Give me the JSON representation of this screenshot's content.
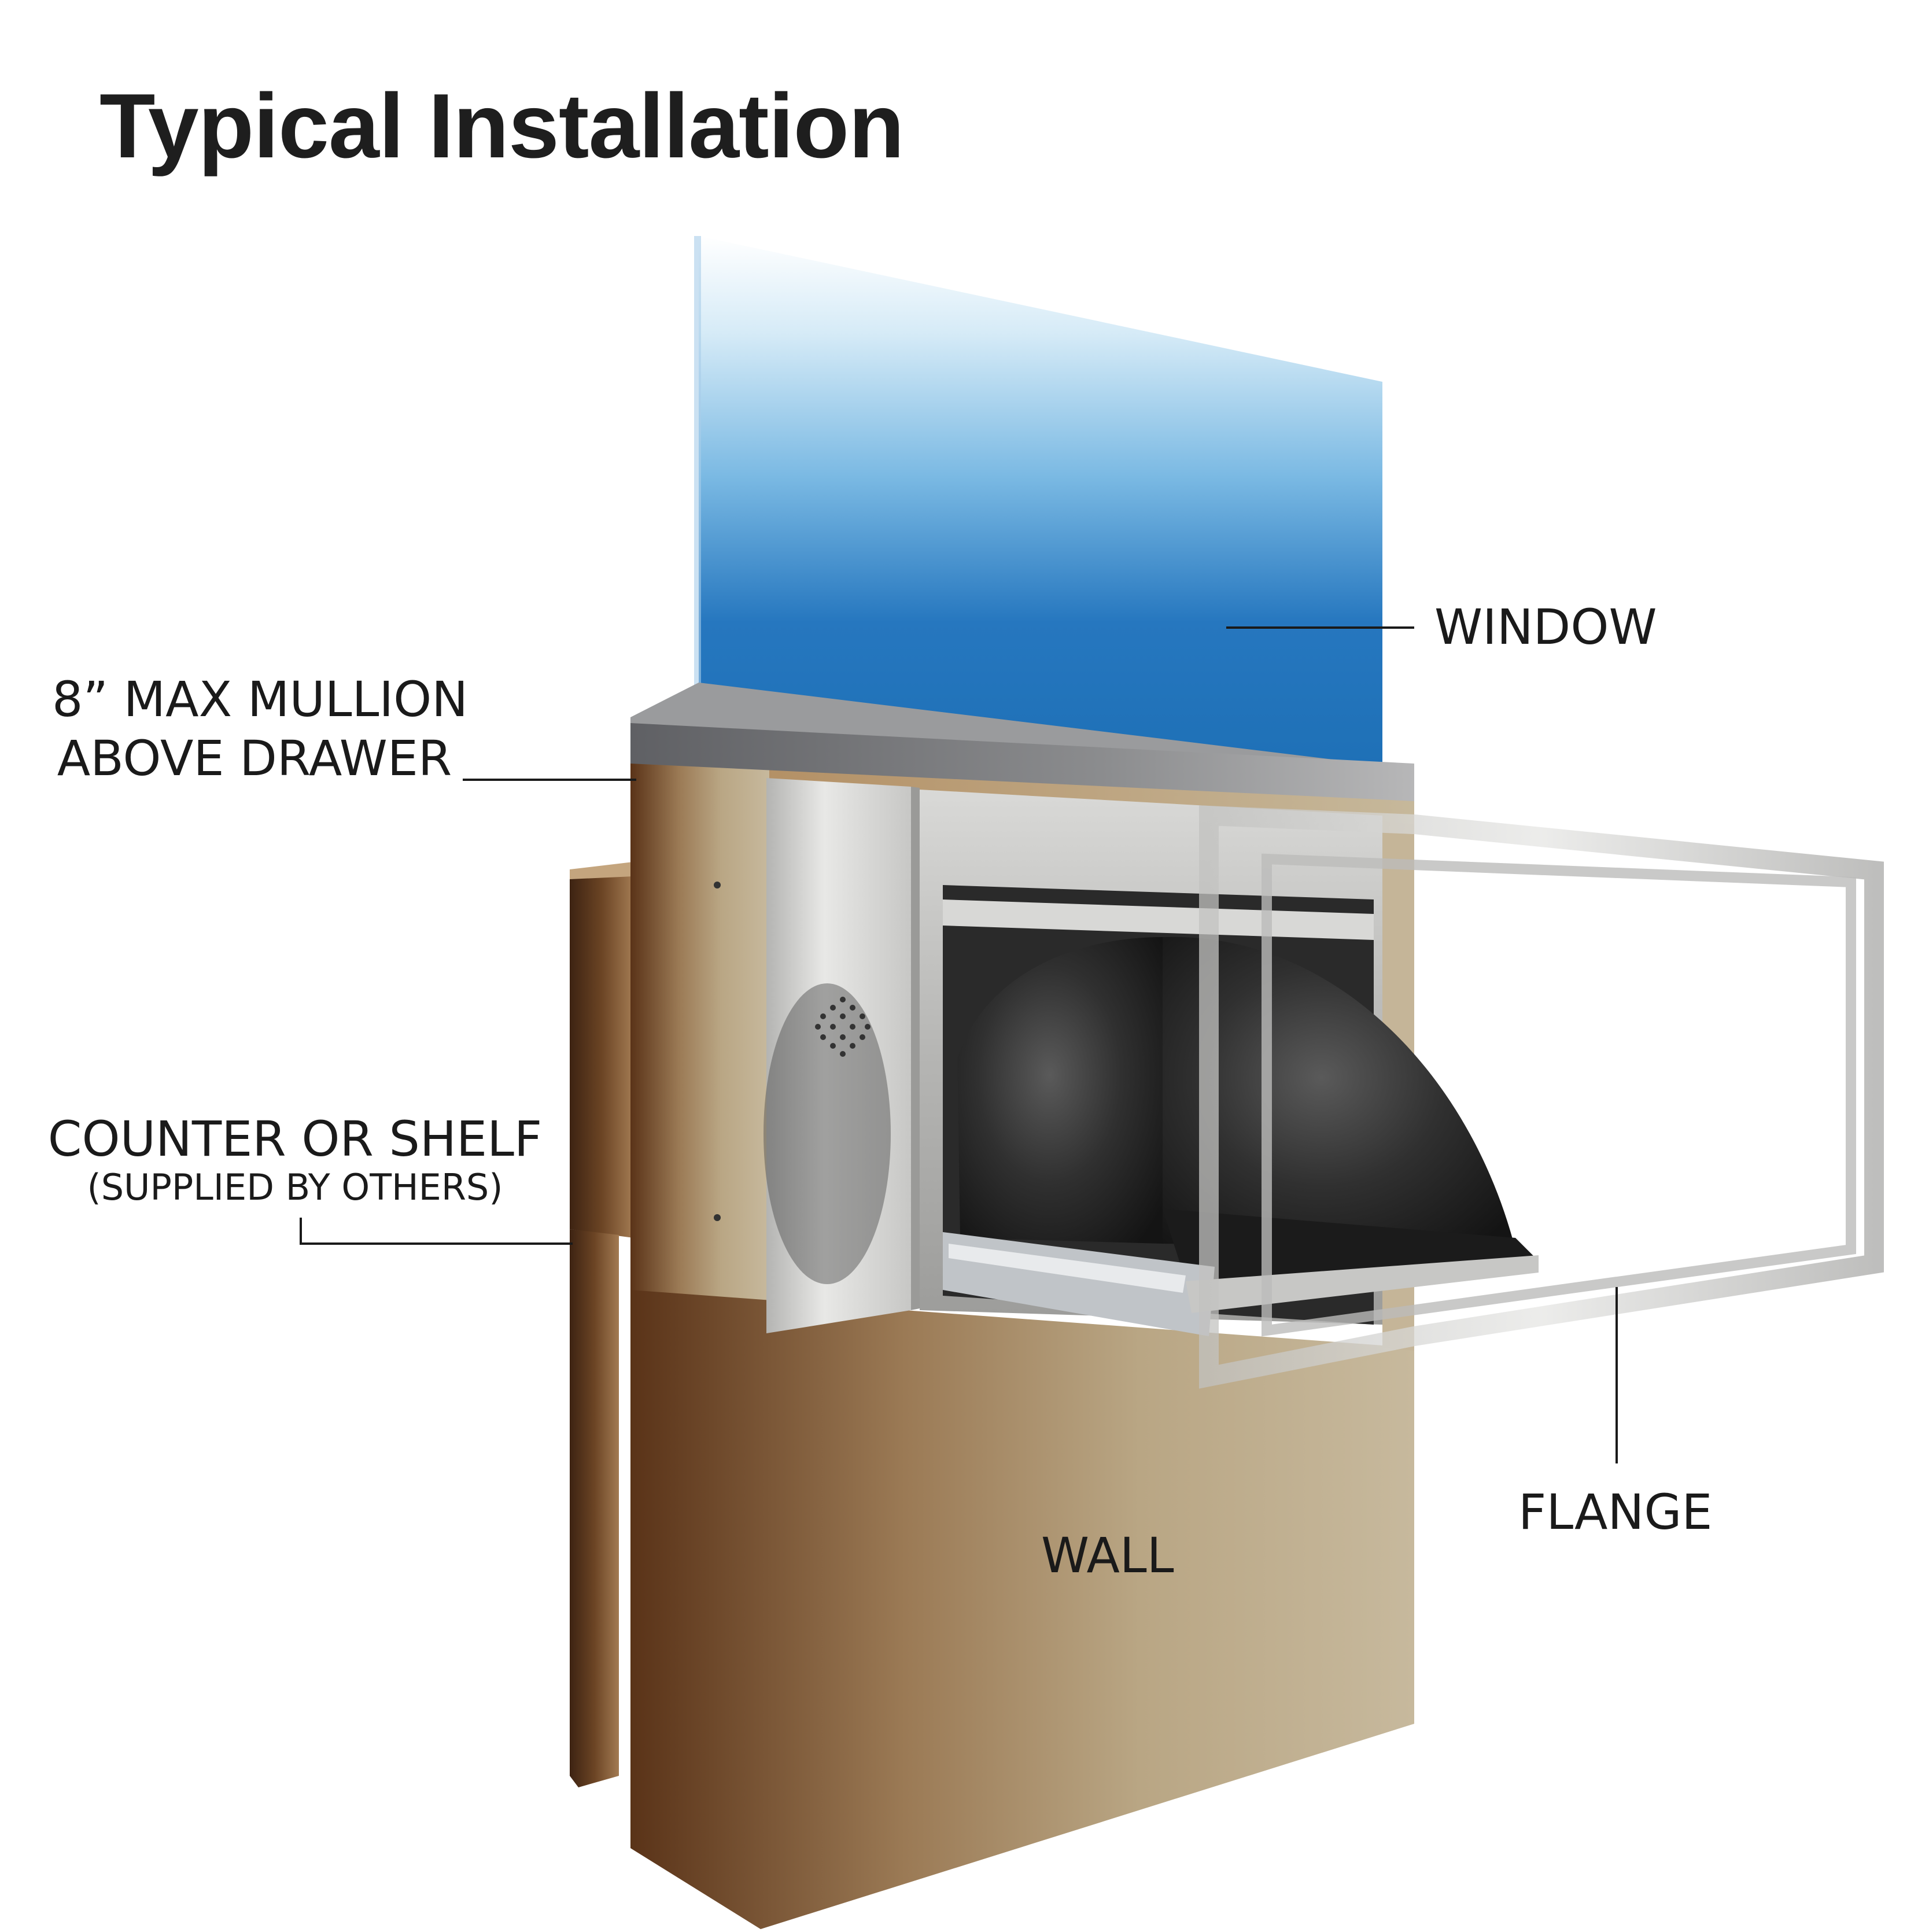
{
  "title": "Typical Installation",
  "labels": {
    "window": "WINDOW",
    "mullion_line1": "8” MAX MULLION",
    "mullion_line2": "ABOVE DRAWER",
    "counter_line1": "COUNTER OR SHELF",
    "counter_line2": "(SUPPLIED BY OTHERS)",
    "flange": "FLANGE",
    "wall": "WALL"
  },
  "colors": {
    "window_top": "#ffffff",
    "window_bottom": "#1e70b6",
    "mullion": "#7d7e80",
    "wall_light": "#c6b79b",
    "wall_dark": "#5a3318",
    "steel_light": "#e3e3e1",
    "steel_dark": "#8e8e8c",
    "bin_dark": "#262626",
    "flange": "#d4d4d2",
    "leader_line": "#1a1a1a"
  }
}
